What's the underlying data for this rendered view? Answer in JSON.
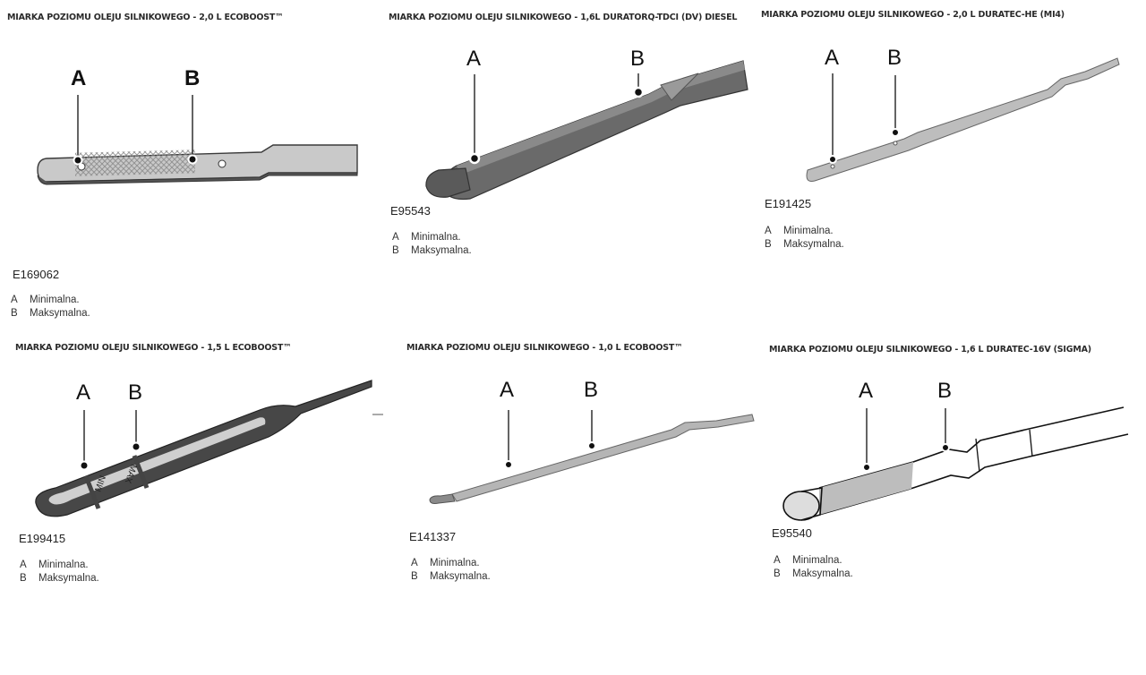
{
  "panels": [
    {
      "title": "MIARKA POZIOMU OLEJU SILNIKOWEGO - 2,0 L ECOBOOST™",
      "code": "E169062",
      "marker_a": "A",
      "marker_b": "B",
      "legend": [
        {
          "key": "A",
          "text": "Minimalna."
        },
        {
          "key": "B",
          "text": "Maksymalna."
        }
      ]
    },
    {
      "title": "MIARKA POZIOMU OLEJU SILNIKOWEGO - 1,6L DURATORQ-TDCI (DV) DIESEL",
      "code": "E95543",
      "marker_a": "A",
      "marker_b": "B",
      "legend": [
        {
          "key": "A",
          "text": "Minimalna."
        },
        {
          "key": "B",
          "text": "Maksymalna."
        }
      ]
    },
    {
      "title": "MIARKA POZIOMU OLEJU SILNIKOWEGO - 2,0 L DURATEC-HE (MI4)",
      "code": "E191425",
      "marker_a": "A",
      "marker_b": "B",
      "legend": [
        {
          "key": "A",
          "text": "Minimalna."
        },
        {
          "key": "B",
          "text": "Maksymalna."
        }
      ]
    },
    {
      "title": "MIARKA POZIOMU OLEJU SILNIKOWEGO - 1,5 L ECOBOOST™",
      "code": "E199415",
      "marker_a": "A",
      "marker_b": "B",
      "min_mark": "MIN",
      "max_mark": "MAX",
      "legend": [
        {
          "key": "A",
          "text": "Minimalna."
        },
        {
          "key": "B",
          "text": "Maksymalna."
        }
      ]
    },
    {
      "title": "MIARKA POZIOMU OLEJU SILNIKOWEGO - 1,0 L ECOBOOST™",
      "code": "E141337",
      "marker_a": "A",
      "marker_b": "B",
      "legend": [
        {
          "key": "A",
          "text": "Minimalna."
        },
        {
          "key": "B",
          "text": "Maksymalna."
        }
      ]
    },
    {
      "title": "MIARKA POZIOMU OLEJU SILNIKOWEGO - 1,6 L DURATEC-16V (SIGMA)",
      "code": "E95540",
      "marker_a": "A",
      "marker_b": "B",
      "legend": [
        {
          "key": "A",
          "text": "Minimalna."
        },
        {
          "key": "B",
          "text": "Maksymalna."
        }
      ]
    }
  ]
}
